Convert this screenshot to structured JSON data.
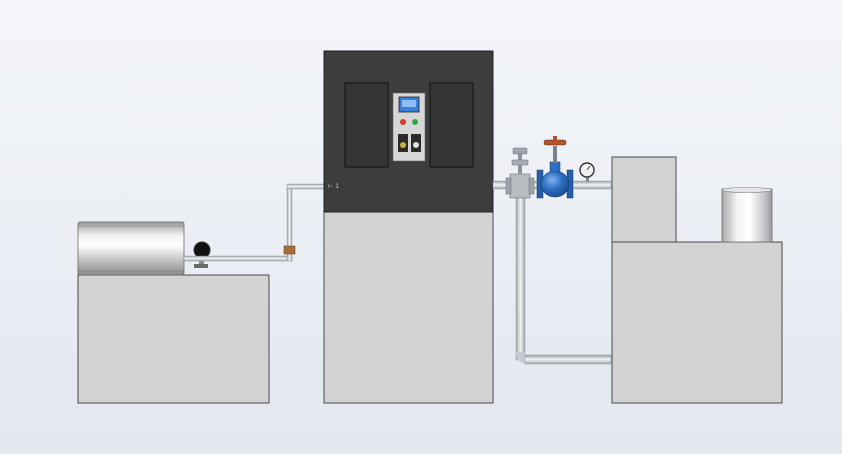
{
  "scene": {
    "background_top": "#f4f6fa",
    "background_bottom": "#e3e7ee",
    "blocks": [
      {
        "id": "left-base",
        "color": "#d3d3d3"
      },
      {
        "id": "center-cabinet",
        "color": "#d3d3d3"
      },
      {
        "id": "right-base",
        "color": "#d3d3d3"
      }
    ],
    "cabinet_top_color": "#3d3d3d",
    "valve_color": "#2e6fc2",
    "handwheel_color": "#b5542a",
    "pipe_color": "#d9dde2",
    "screen_color": "#3a7fd8",
    "indicator_colors": [
      "#d33a2a",
      "#2fa84a"
    ],
    "port_label": "⊢ 1"
  }
}
